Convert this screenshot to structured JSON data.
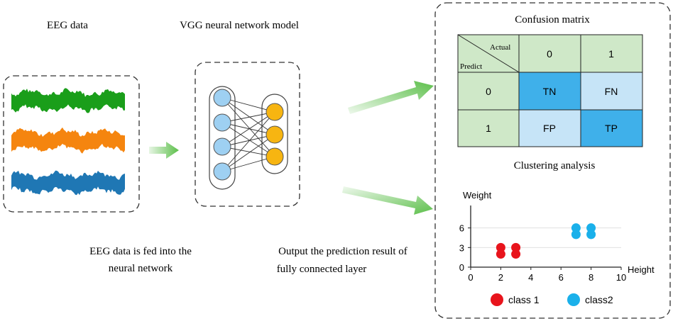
{
  "eeg_panel": {
    "title": "EEG data",
    "caption_line1": "EEG data is fed into the",
    "caption_line2": "neural network",
    "signal_colors": [
      "#1a9e1a",
      "#f5850f",
      "#1f77b4"
    ]
  },
  "model_panel": {
    "title": "VGG neural network model",
    "input_node_color": "#9ed0f2",
    "output_node_color": "#f7b511"
  },
  "output_caption": {
    "line1": "Output the prediction result of",
    "line2": "fully connected layer"
  },
  "confusion_matrix": {
    "title": "Confusion matrix",
    "actual_label": "Actual",
    "predict_label": "Predict",
    "col_headers": [
      "0",
      "1"
    ],
    "row_headers": [
      "0",
      "1"
    ],
    "cells": [
      [
        "TN",
        "FN"
      ],
      [
        "FP",
        "TP"
      ]
    ],
    "header_color": "#cfe8c8",
    "cell_colors": [
      [
        "#3fb0ea",
        "#c6e4f7"
      ],
      [
        "#c6e4f7",
        "#3fb0ea"
      ]
    ]
  },
  "clustering": {
    "title": "Clustering analysis",
    "chart_data": {
      "type": "scatter",
      "xlabel": "Height",
      "ylabel": "Weight",
      "xlim": [
        0,
        10
      ],
      "ylim": [
        0,
        9
      ],
      "x_ticks": [
        "0",
        "2",
        "4",
        "6",
        "8",
        "10"
      ],
      "y_ticks": [
        "0",
        "3",
        "6"
      ],
      "series": [
        {
          "name": "class 1",
          "color": "#e8141c",
          "points": [
            [
              2,
              2
            ],
            [
              2,
              3
            ],
            [
              3,
              2
            ],
            [
              3,
              3
            ]
          ]
        },
        {
          "name": "class2",
          "color": "#1ab0ea",
          "points": [
            [
              7,
              5
            ],
            [
              7,
              6
            ],
            [
              8,
              5
            ],
            [
              8,
              6
            ]
          ]
        }
      ]
    }
  }
}
